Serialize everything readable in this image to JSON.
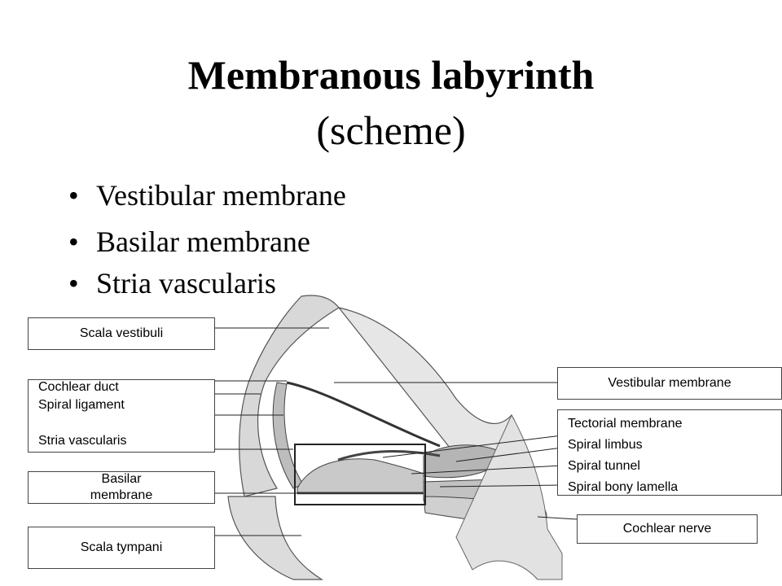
{
  "title": "Membranous labyrinth",
  "subtitle": "(scheme)",
  "bullets": [
    "Vestibular membrane",
    "Basilar membrane",
    "Stria vascularis"
  ],
  "bullet_glyph": "•",
  "labels_left": {
    "scala_vestibuli": "Scala vestibuli",
    "group": [
      "Cochlear duct",
      "Spiral ligament",
      "Stria vascularis"
    ],
    "basilar": "Basilar membrane",
    "scala_tympani": "Scala tympani"
  },
  "labels_right": {
    "vestibular": "Vestibular membrane",
    "group": [
      "Tectorial membrane",
      "Spiral limbus",
      "Spiral tunnel",
      "Spiral bony lamella"
    ],
    "cochlear_nerve": "Cochlear nerve"
  }
}
